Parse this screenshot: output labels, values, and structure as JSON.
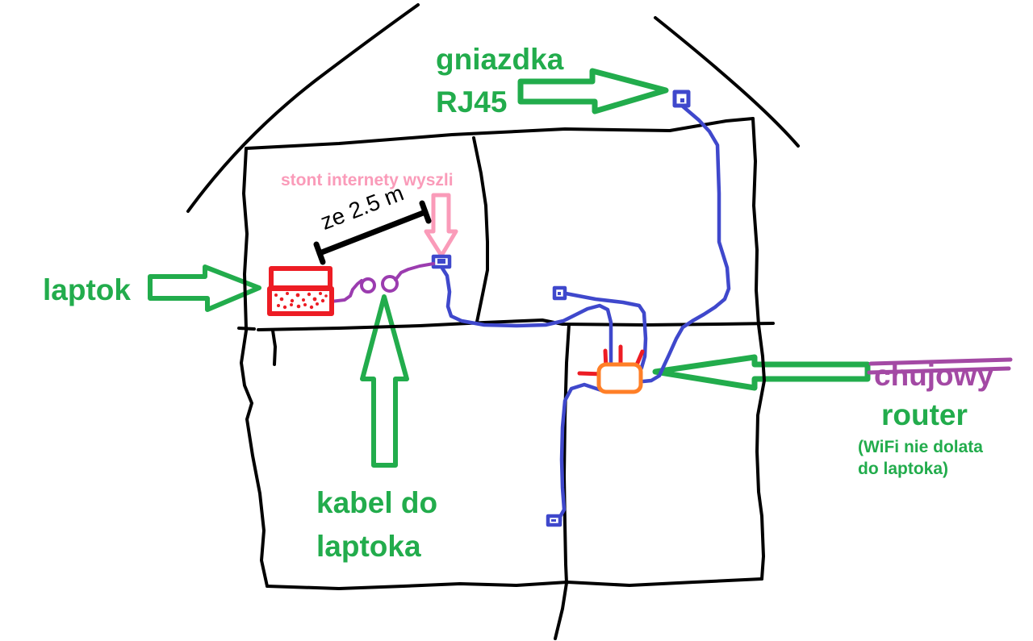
{
  "diagram": {
    "background_color": "#ffffff",
    "palette": {
      "green": "#22AC4C",
      "pink": "#FA9BB9",
      "purple_text": "#A349A4",
      "purple_cable": "#9B3CAF",
      "blue": "#3F48CC",
      "red": "#ED1C24",
      "orange": "#FF7F27",
      "black": "#000000"
    },
    "labels": {
      "rj45_sockets": {
        "line1": "gniazdka",
        "line2": "RJ45"
      },
      "isp_note": {
        "text": "stont internety wyszli"
      },
      "distance": {
        "text": "ze 2.5 m"
      },
      "laptop": {
        "text": "laptok"
      },
      "laptop_cable": {
        "line1": "kabel do",
        "line2": "laptoka"
      },
      "router": {
        "crossed_out": "chujowy",
        "text": "router",
        "note_line1": "(WiFi nie dolata",
        "note_line2": "do laptoka)"
      }
    }
  }
}
